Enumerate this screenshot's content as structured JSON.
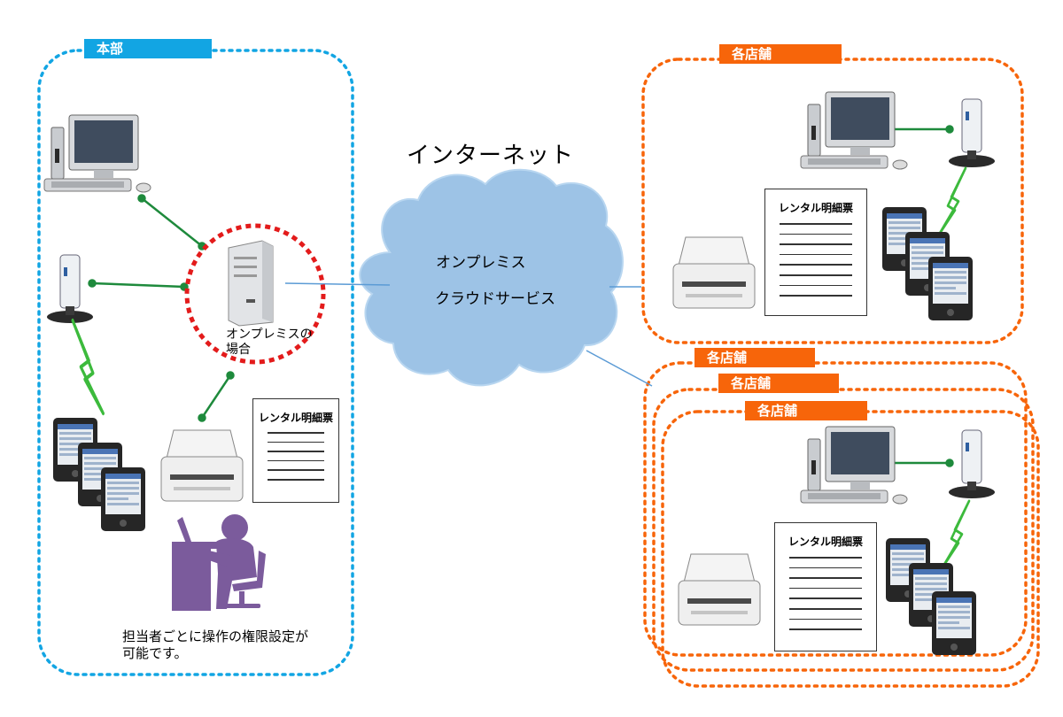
{
  "hq": {
    "label": "本部",
    "onprem_label": "オンプレミスの\n場合",
    "permission_note": "担当者ごとに操作の権限設定が\n可能です。"
  },
  "internet": {
    "title": "インターネット",
    "line1": "オンプレミス",
    "line2": "クラウドサービス"
  },
  "store_top": {
    "label": "各店舗"
  },
  "store_stack": {
    "labels": [
      "各店舗",
      "各店舗",
      "各店舗"
    ]
  },
  "documents": {
    "rental_statement": "レンタル明細票"
  },
  "colors": {
    "hq_border": "#12a5e3",
    "store_border": "#f7650a",
    "server_ring": "#e31b1b",
    "link": "#1e8a3c",
    "wireless": "#3cba3c",
    "cloud": "#9dc3e6",
    "person": "#7b5b9c"
  }
}
